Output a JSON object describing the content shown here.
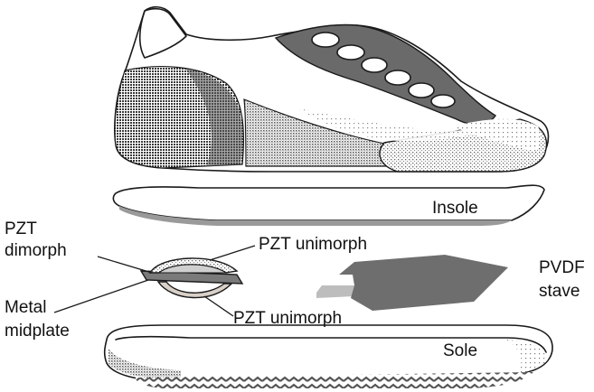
{
  "labels": {
    "insole": "Insole",
    "sole": "Sole",
    "pzt_dimorph_line1": "PZT",
    "pzt_dimorph_line2": "dimorph",
    "pzt_unimorph_top": "PZT unimorph",
    "pzt_unimorph_bottom": "PZT unimorph",
    "metal_midplate_line1": "Metal",
    "metal_midplate_line2": "midplate",
    "pvdf_line1": "PVDF",
    "pvdf_line2": "stave"
  },
  "colors": {
    "stave_fill": "#6e6e6e",
    "stave_lead": "#bdbdbd",
    "dark_panel": "#5a5a5a",
    "mid_panel": "#8c8c8c",
    "light_panel": "#c9c9c9",
    "insole_edge": "#9a9a9a"
  }
}
